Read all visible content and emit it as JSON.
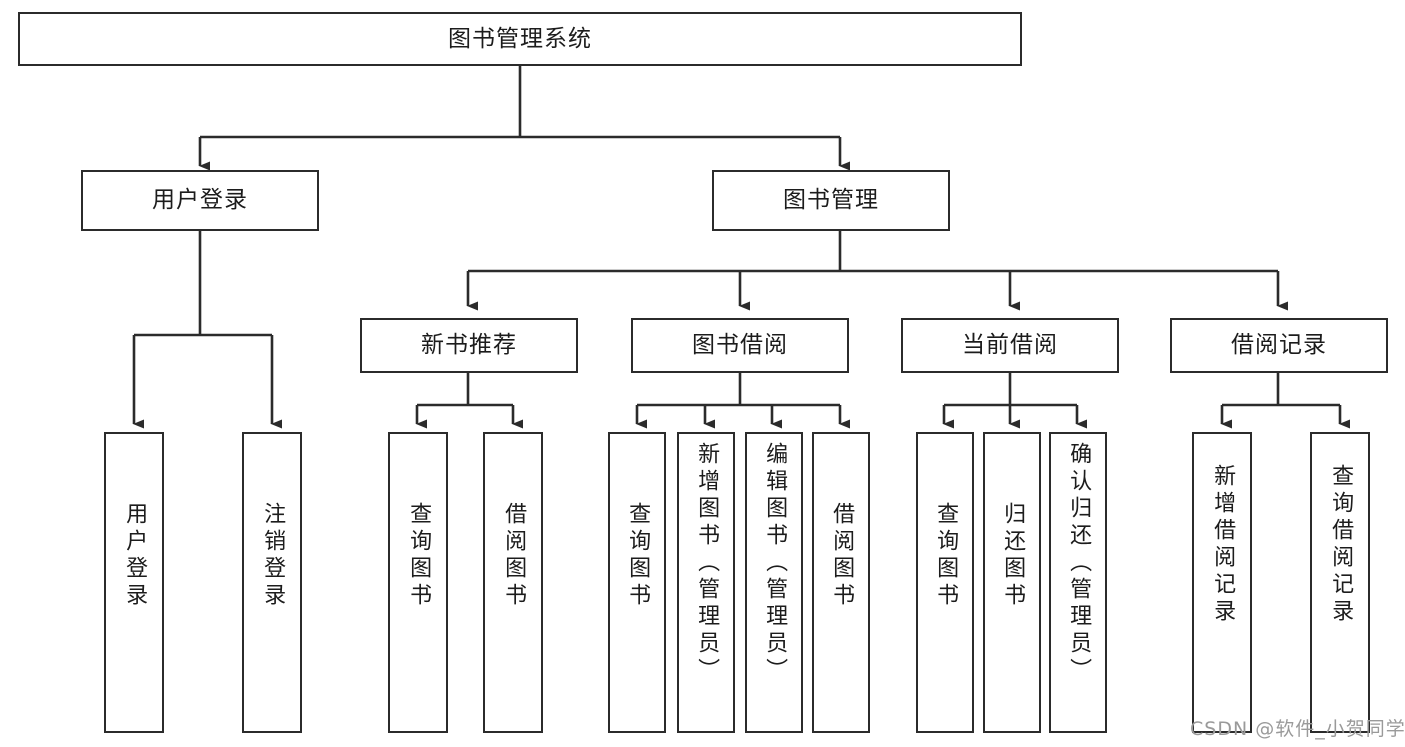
{
  "diagram": {
    "type": "tree",
    "title": "图书管理系统",
    "watermark": "CSDN @软件_小贺同学",
    "root": {
      "id": "root",
      "label": "图书管理系统"
    },
    "level2": [
      {
        "id": "user-login",
        "label": "用户登录"
      },
      {
        "id": "book-manage",
        "label": "图书管理"
      }
    ],
    "level3": [
      {
        "id": "new-book-rec",
        "label": "新书推荐",
        "parent": "book-manage"
      },
      {
        "id": "book-borrow",
        "label": "图书借阅",
        "parent": "book-manage"
      },
      {
        "id": "current-borrow",
        "label": "当前借阅",
        "parent": "book-manage"
      },
      {
        "id": "borrow-record",
        "label": "借阅记录",
        "parent": "book-manage"
      }
    ],
    "leaves": [
      {
        "id": "leaf-user-login",
        "label": "用户登录",
        "parent": "user-login"
      },
      {
        "id": "leaf-logout",
        "label": "注销登录",
        "parent": "user-login"
      },
      {
        "id": "leaf-query-book-1",
        "label": "查询图书",
        "parent": "new-book-rec"
      },
      {
        "id": "leaf-borrow-book-1",
        "label": "借阅图书",
        "parent": "new-book-rec"
      },
      {
        "id": "leaf-query-book-2",
        "label": "查询图书",
        "parent": "book-borrow"
      },
      {
        "id": "leaf-add-book",
        "label": "新增图书（管理员）",
        "parent": "book-borrow"
      },
      {
        "id": "leaf-edit-book",
        "label": "编辑图书（管理员）",
        "parent": "book-borrow"
      },
      {
        "id": "leaf-borrow-book-2",
        "label": "借阅图书",
        "parent": "book-borrow"
      },
      {
        "id": "leaf-query-book-3",
        "label": "查询图书",
        "parent": "current-borrow"
      },
      {
        "id": "leaf-return-book",
        "label": "归还图书",
        "parent": "current-borrow"
      },
      {
        "id": "leaf-confirm-return",
        "label": "确认归还（管理员）",
        "parent": "current-borrow"
      },
      {
        "id": "leaf-add-record",
        "label": "新增借阅记录",
        "parent": "borrow-record"
      },
      {
        "id": "leaf-query-record",
        "label": "查询借阅记录",
        "parent": "borrow-record"
      }
    ],
    "colors": {
      "box_border": "#2b2b2b",
      "box_fill": "#ffffff",
      "connector": "#2b2b2b",
      "text": "#1c1c1c",
      "watermark": "#9a9a9a",
      "page_background": "#ffffff"
    }
  }
}
